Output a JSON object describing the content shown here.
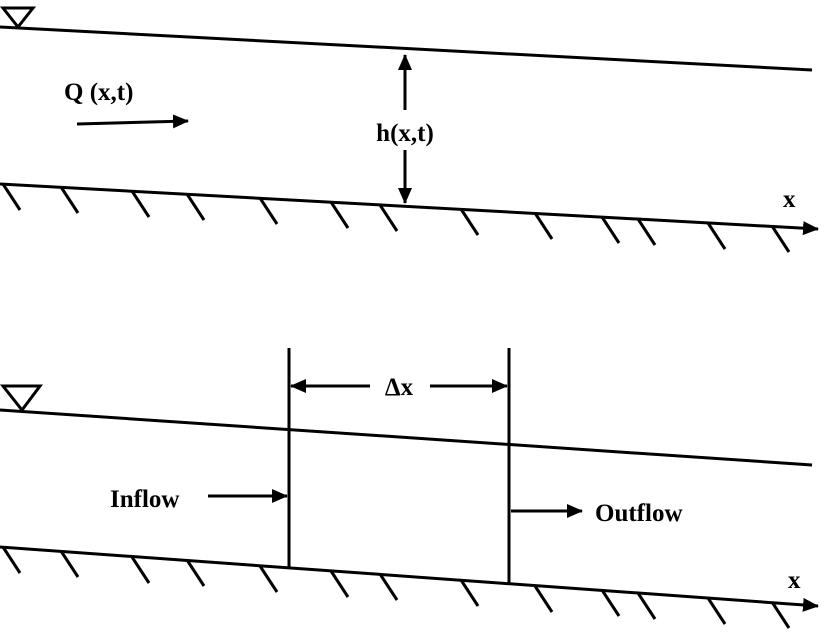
{
  "top_panel": {
    "discharge_label": "Q (x,t)",
    "depth_label": "h(x,t)",
    "axis_label": "x",
    "water_surface_symbol": "inverted-triangle"
  },
  "bottom_panel": {
    "delta_label": "Δx",
    "inflow_label": "Inflow",
    "outflow_label": "Outflow",
    "axis_label": "x",
    "water_surface_symbol": "inverted-triangle"
  }
}
